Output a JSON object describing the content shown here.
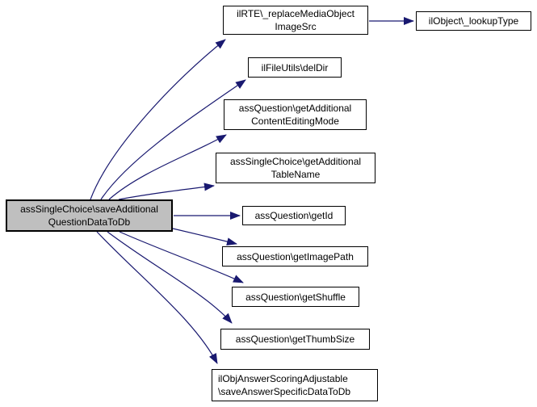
{
  "diagram_type": "doxygen-call-graph",
  "colors": {
    "edge": "#191970",
    "node_border": "#000000",
    "node_fill": "#ffffff",
    "main_node_fill": "#bfbfbf",
    "background": "#ffffff"
  },
  "nodes": {
    "main": {
      "lines": [
        "assSingleChoice\\saveAdditional",
        "QuestionDataToDb"
      ]
    },
    "ilrte": {
      "lines": [
        "ilRTE\\_replaceMediaObject",
        "ImageSrc"
      ]
    },
    "lookup": {
      "lines": [
        "ilObject\\_lookupType"
      ]
    },
    "deldir": {
      "lines": [
        "ilFileUtils\\delDir"
      ]
    },
    "editmode": {
      "lines": [
        "assQuestion\\getAdditional",
        "ContentEditingMode"
      ]
    },
    "tablename": {
      "lines": [
        "assSingleChoice\\getAdditional",
        "TableName"
      ]
    },
    "getid": {
      "lines": [
        "assQuestion\\getId"
      ]
    },
    "imagepath": {
      "lines": [
        "assQuestion\\getImagePath"
      ]
    },
    "shuffle": {
      "lines": [
        "assQuestion\\getShuffle"
      ]
    },
    "thumbsize": {
      "lines": [
        "assQuestion\\getThumbSize"
      ]
    },
    "scoring": {
      "lines": [
        "ilObjAnswerScoringAdjustable",
        "\\saveAnswerSpecificDataToDb"
      ]
    }
  },
  "edges": [
    {
      "from": "main",
      "to": "ilrte"
    },
    {
      "from": "main",
      "to": "deldir"
    },
    {
      "from": "main",
      "to": "editmode"
    },
    {
      "from": "main",
      "to": "tablename"
    },
    {
      "from": "main",
      "to": "getid"
    },
    {
      "from": "main",
      "to": "imagepath"
    },
    {
      "from": "main",
      "to": "shuffle"
    },
    {
      "from": "main",
      "to": "thumbsize"
    },
    {
      "from": "main",
      "to": "scoring"
    },
    {
      "from": "ilrte",
      "to": "lookup"
    }
  ]
}
